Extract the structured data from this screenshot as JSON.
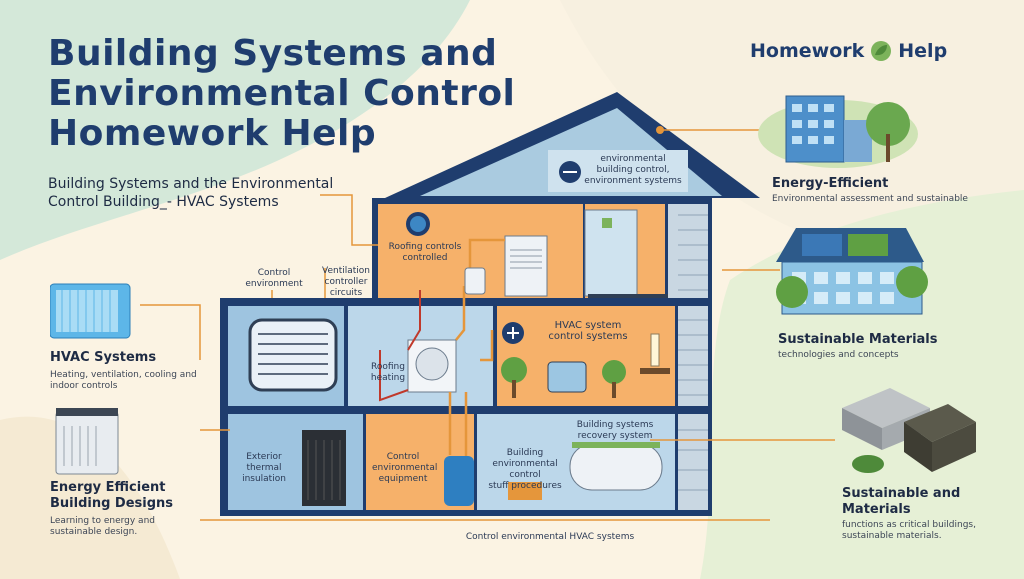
{
  "header": {
    "title": [
      "Building Systems and",
      "Environmental Control",
      "Homework Help"
    ],
    "subtitle": [
      "Building Systems and the Environmental",
      "Control Building_- HVAC Systems"
    ],
    "brand": "Homework",
    "brand_suffix": "Help",
    "brand_icon": "leaf-icon"
  },
  "house_labels": {
    "roof": [
      "environmental",
      "building control,",
      "environment systems"
    ],
    "attic_left": [
      "Roofing controls",
      "controlled"
    ],
    "center_left": [
      "Roofing",
      "heating"
    ],
    "hvac_room": [
      "HVAC system",
      "control systems"
    ],
    "basement_left": [
      "Exterior thermal",
      "insulation"
    ],
    "basement_center": [
      "Control",
      "environmental",
      "equipment"
    ],
    "basement_center2": [
      "Building",
      "environmental control",
      "stuff procedures"
    ],
    "basement_right": [
      "Building systems",
      "recovery system"
    ],
    "floor_bottom": "Control environmental HVAC systems"
  },
  "left_labels": {
    "outside_a": [
      "Control",
      "environment"
    ],
    "outside_b": [
      "Ventilation",
      "controller",
      "circuits"
    ],
    "hvac_title": "HVAC Systems",
    "hvac_desc": [
      "Heating, ventilation, cooling and",
      "indoor controls"
    ],
    "energy_title": [
      "Energy Efficient",
      "Building Designs"
    ],
    "energy_desc": [
      "Learning to energy and",
      "sustainable design."
    ]
  },
  "right_labels": {
    "energy_title": "Energy-Efficient",
    "energy_desc": "Environmental assessment and sustainable",
    "materials_title": "Sustainable Materials",
    "materials_desc": "technologies and concepts",
    "sus_title": [
      "Sustainable and",
      "Materials"
    ],
    "sus_desc": [
      "functions as critical buildings,",
      "sustainable materials."
    ]
  },
  "colors": {
    "navy": "#1f3d6e",
    "roof_blue": "#aacbe0",
    "wall_orange": "#f6b16a",
    "wall_blue": "#9ec4e0",
    "green": "#7cb35b",
    "pipe_orange": "#e5963b",
    "background": "#fbf3e3"
  }
}
